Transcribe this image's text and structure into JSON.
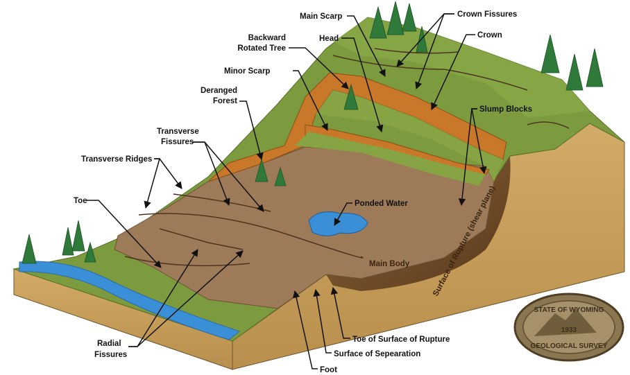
{
  "labels": {
    "main_scarp": "Main Scarp",
    "crown_fissures": "Crown Fissures",
    "crown": "Crown",
    "backward_rotated_tree_1": "Backward",
    "backward_rotated_tree_2": "Rotated Tree",
    "head": "Head",
    "minor_scarp": "Minor Scarp",
    "deranged_forest_1": "Deranged",
    "deranged_forest_2": "Forest",
    "slump_blocks": "Slump Blocks",
    "transverse_fissures_1": "Transverse",
    "transverse_fissures_2": "Fissures",
    "transverse_ridges": "Transverse Ridges",
    "toe": "Toe",
    "ponded_water": "Ponded Water",
    "main_body": "Main Body",
    "surface_of_rupture": "Surface of Rupture (shear plane)",
    "radial_fissures_1": "Radial",
    "radial_fissures_2": "Fissures",
    "toe_of_surface_of_rupture": "Toe of Surface of Rupture",
    "surface_of_separation": "Surface of Sepearation",
    "foot": "Foot"
  },
  "seal": {
    "top_text": "STATE OF WYOMING",
    "bottom_text": "GEOLOGICAL SURVEY",
    "year": "1933"
  },
  "colors": {
    "grass": "#7a9a3c",
    "soil_face": "#c9a25e",
    "slide_body": "#9c7a58",
    "scarp": "#c9782a",
    "water": "#3a8fd6",
    "tree": "#2f7a3a"
  }
}
